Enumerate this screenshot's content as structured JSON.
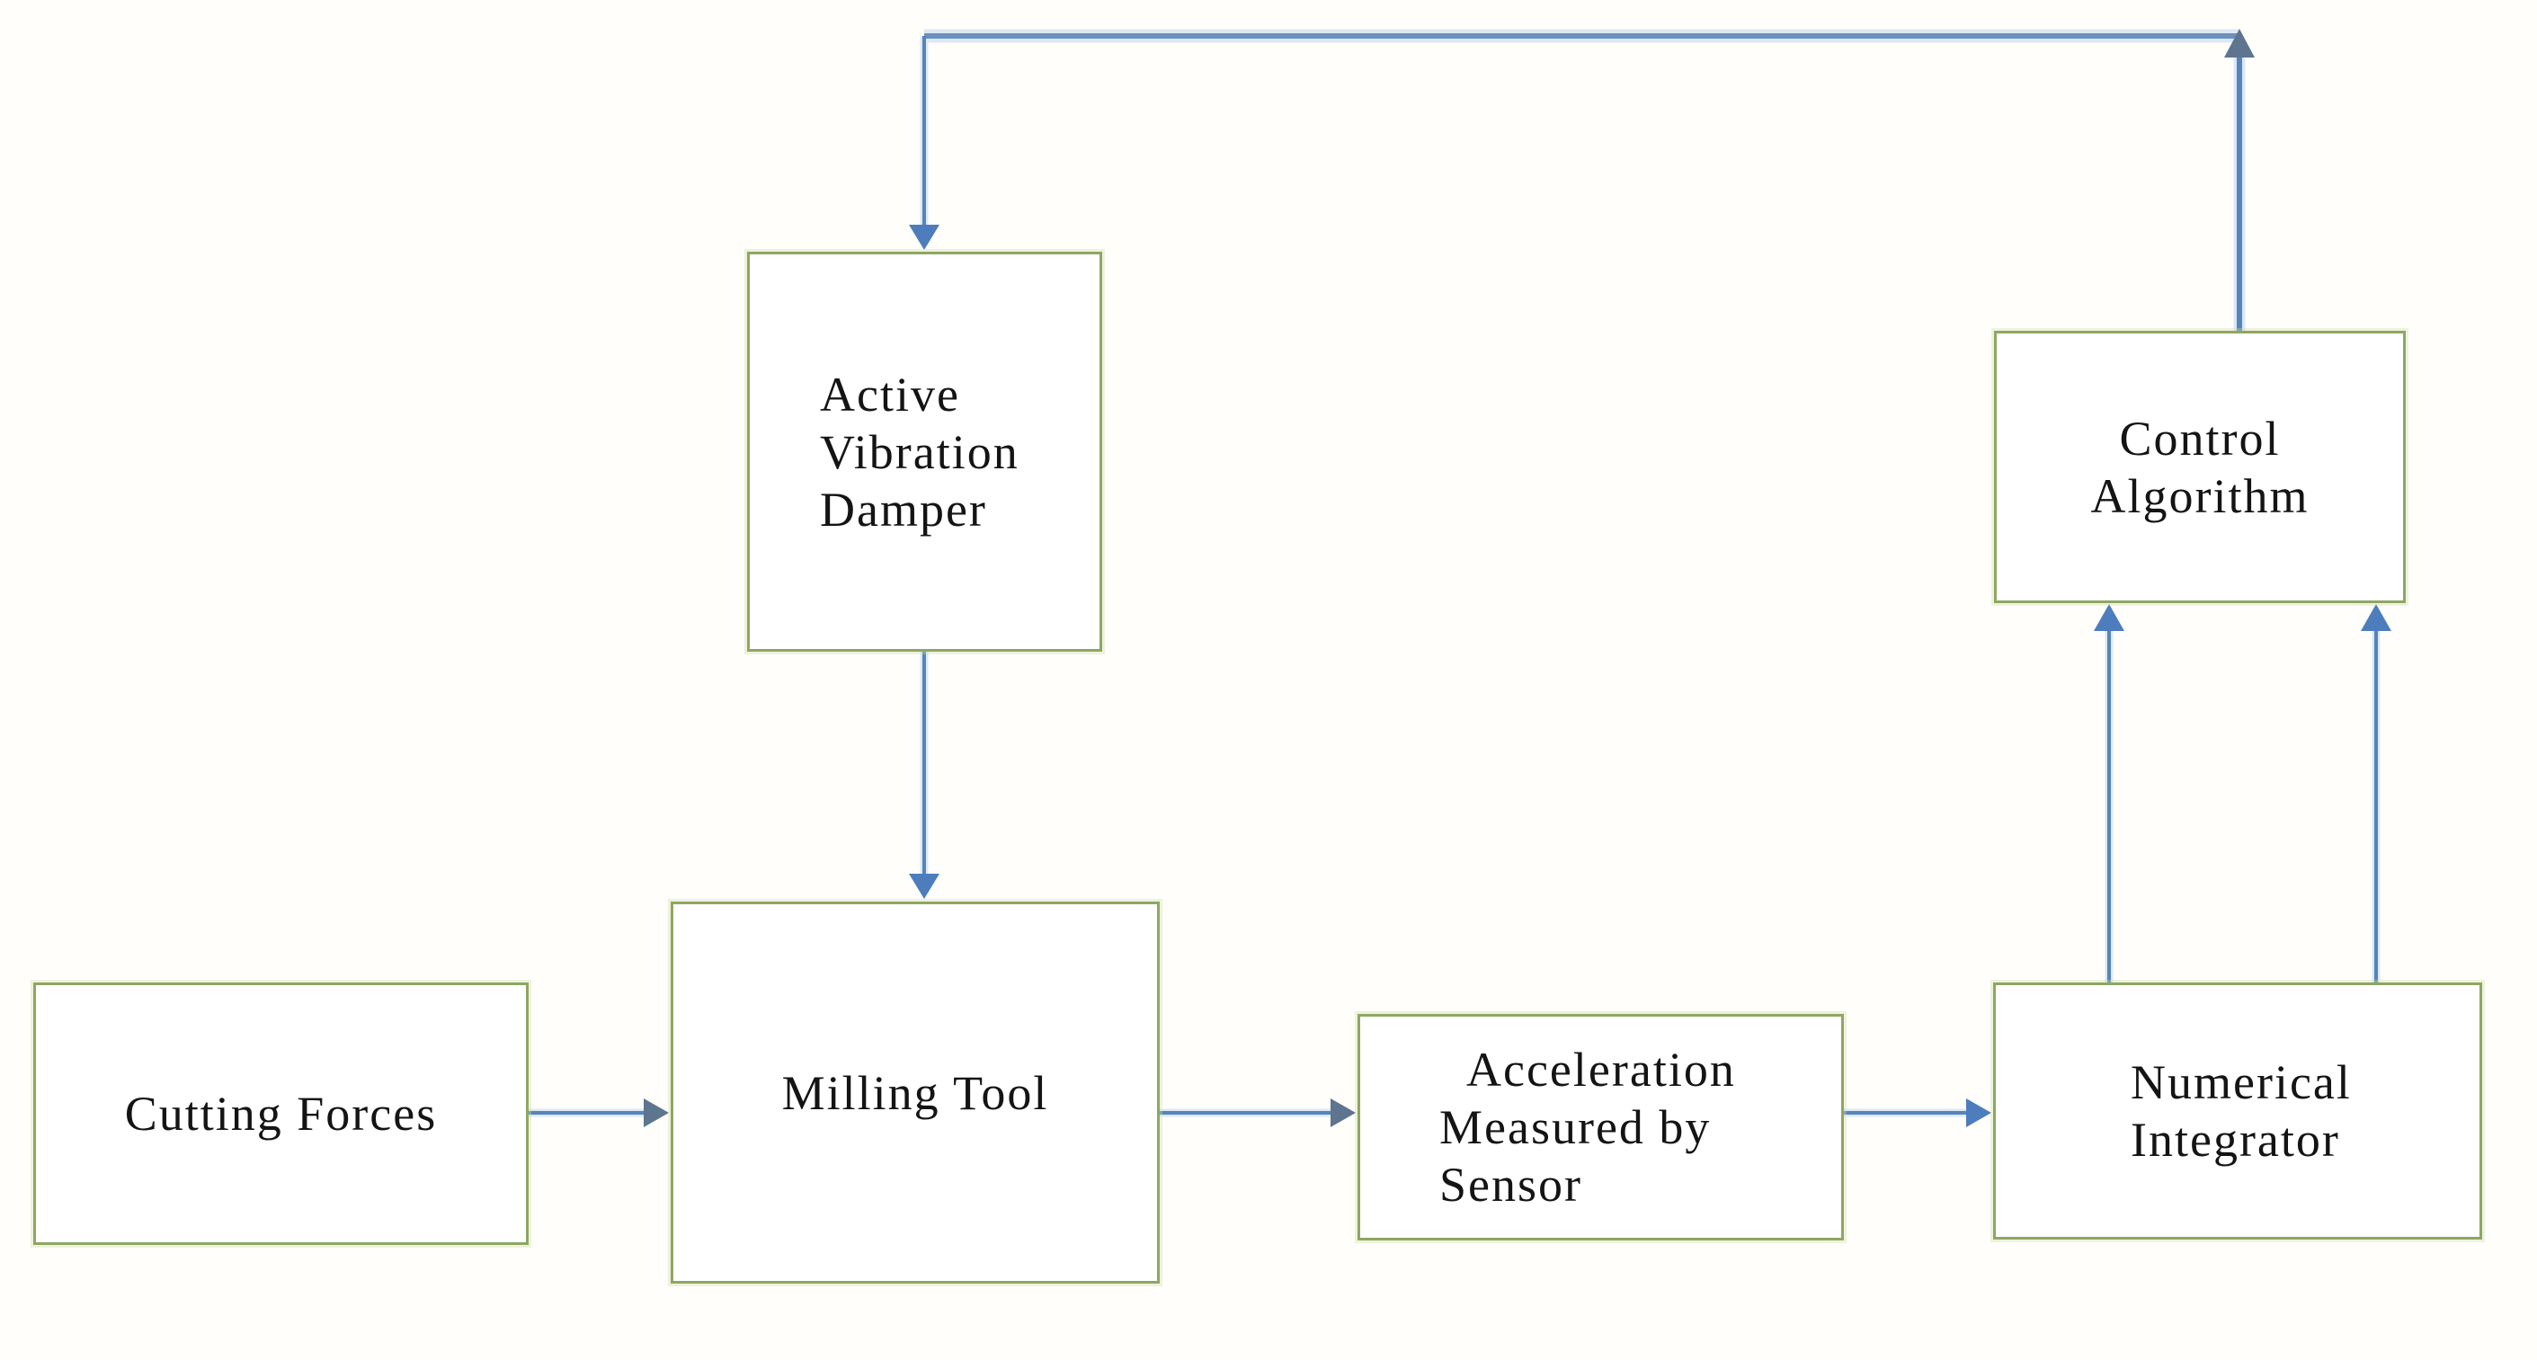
{
  "page": {
    "background_color": "#FFFEFA",
    "description": "Block diagram of an active vibration damping control loop for a milling tool"
  },
  "palette": {
    "box_border_green": "#8EA763",
    "connector_blue": "#5585BA",
    "connector_blue_thick": "#6B91BD",
    "arrowhead_blue": "#4E7DBE",
    "arrowhead_dark": "#5E7590",
    "connector_halo": "#DCE8F4",
    "text_color": "#141414",
    "box_fill": "#FFFFFF"
  },
  "boxes": {
    "cutting_forces": {
      "label": "Cutting Forces",
      "label_lines": [
        "Cutting Forces"
      ]
    },
    "milling_tool": {
      "label": "Milling Tool",
      "label_lines": [
        "Milling Tool"
      ]
    },
    "active_vibration_damper": {
      "label": "Active Vibration Damper",
      "label_lines": [
        "Active",
        "Vibration",
        "Damper"
      ]
    },
    "acceleration_sensor": {
      "label": "Acceleration Measured by Sensor",
      "label_lines": [
        "Acceleration",
        "Measured by",
        "Sensor"
      ]
    },
    "numerical_integrator": {
      "label": "Numerical Integrator",
      "label_lines": [
        "Numerical",
        "Integrator"
      ]
    },
    "control_algorithm": {
      "label": "Control Algorithm",
      "label_lines": [
        "Control",
        "Algorithm"
      ]
    }
  },
  "connections": [
    {
      "from": "cutting_forces",
      "to": "milling_tool",
      "style": "thin-right-arrow"
    },
    {
      "from": "active_vibration_damper",
      "to": "milling_tool",
      "style": "thin-down-arrow"
    },
    {
      "from": "milling_tool",
      "to": "acceleration_sensor",
      "style": "thin-right-arrow"
    },
    {
      "from": "acceleration_sensor",
      "to": "numerical_integrator",
      "style": "thin-right-arrow"
    },
    {
      "from": "numerical_integrator",
      "to": "control_algorithm",
      "style": "two parallel thin up-arrows"
    },
    {
      "from": "control_algorithm",
      "to": "active_vibration_damper",
      "style": "thick feedback line routed across the top edge, up-arrow at top corner, down-arrow into damper"
    }
  ]
}
